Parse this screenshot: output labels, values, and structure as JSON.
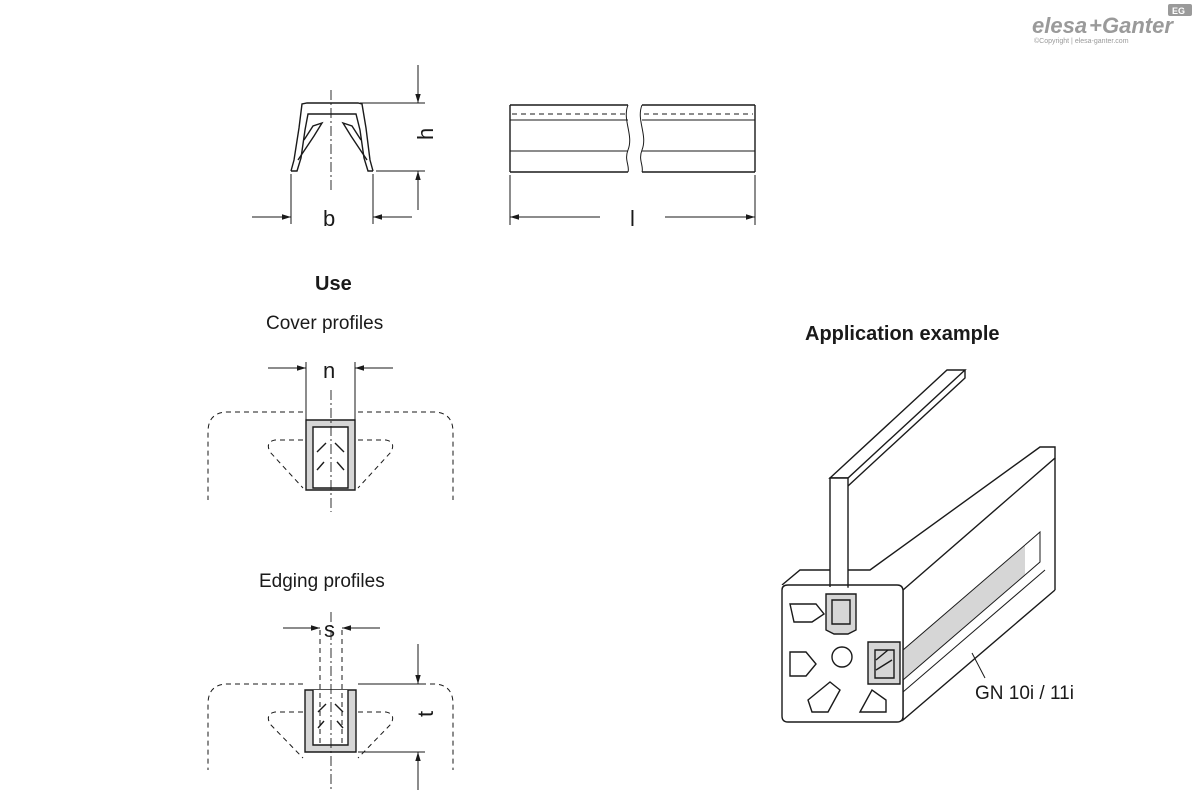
{
  "logo": {
    "brand_left": "elesa",
    "brand_plus": "+",
    "brand_right": "Ganter",
    "badge": "EG",
    "copyright": "©Copyright | elesa-ganter.com",
    "color": "#9a9a9a"
  },
  "top_drawing": {
    "dim_b": "b",
    "dim_h": "h",
    "dim_l": "l"
  },
  "use_section": {
    "heading": "Use",
    "cover_title": "Cover profiles",
    "cover_dim": "n",
    "edging_title": "Edging profiles",
    "edging_dim_s": "s",
    "edging_dim_t": "t"
  },
  "application": {
    "heading": "Application example",
    "part_label": "GN 10i / 11i"
  },
  "colors": {
    "line": "#1a1a1a",
    "fill_gray": "#d6d6d6"
  }
}
